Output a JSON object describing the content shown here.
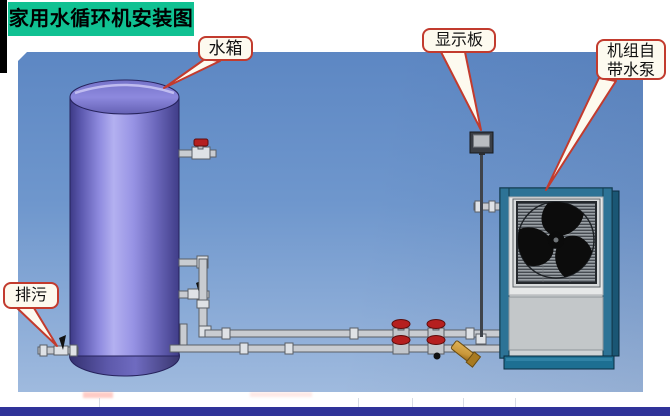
{
  "title": {
    "text": "家用水循环机安装图"
  },
  "callouts": {
    "tank": {
      "text": "水箱"
    },
    "display_board": {
      "text": "显示板"
    },
    "unit_pump": {
      "line1": "机组自",
      "line2": "带水泵"
    },
    "drain": {
      "text": "排污"
    }
  },
  "colors": {
    "title_bg": "#10c192",
    "footer_bar": "#303399",
    "backdrop_top": "#5d87c3",
    "backdrop_bottom": "#9fbade",
    "callout_border": "#c23b2e",
    "callout_fill": "#fdfaef",
    "tank_body": "#8a87dc",
    "valve_red": "#b51f1f",
    "strainer_brass": "#c9973a",
    "unit_frame_teal": "#2d7396"
  }
}
